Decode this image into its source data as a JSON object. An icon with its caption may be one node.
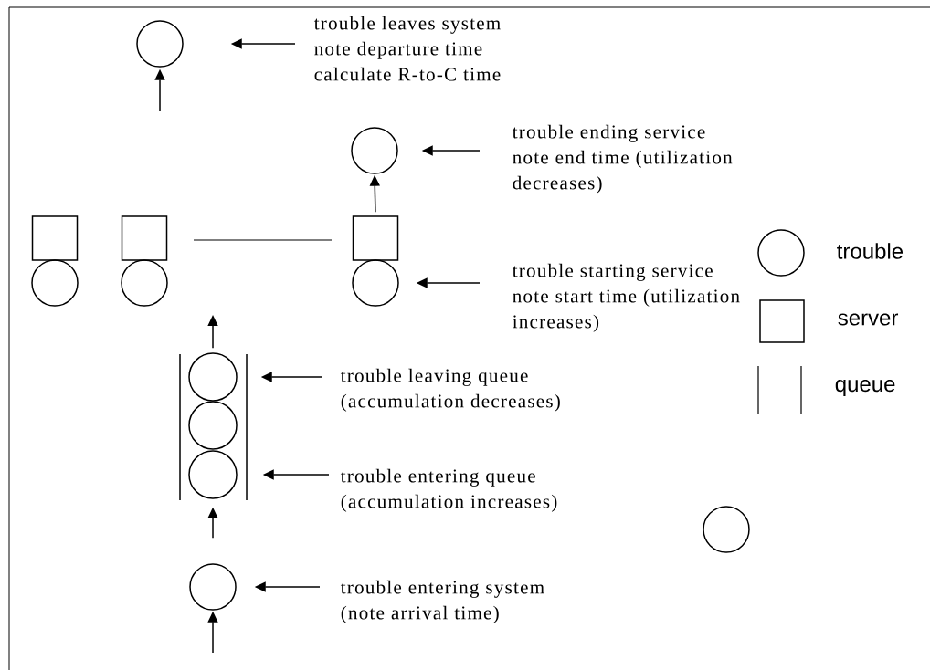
{
  "diagram": {
    "nodes": [
      {
        "text": [],
        "shape": "circle"
      },
      {
        "text": [
          "trouble leaves system note departure time calculate R-to-C time"
        ]
      },
      {
        "text": [],
        "shape": "circle"
      },
      {
        "text": [
          "trouble ending service note end time (utilization decreases)"
        ]
      },
      {
        "text": [],
        "shape": "box"
      },
      {
        "text": [],
        "shape": "box"
      },
      {
        "text": [],
        "shape": "box"
      },
      {
        "text": [],
        "shape": "circle"
      },
      {
        "text": [],
        "shape": "circle"
      },
      {
        "text": [],
        "shape": "circle"
      },
      {
        "text": [
          "trouble starting service note start time (utilization increases)"
        ]
      },
      {
        "text": [],
        "shape": "circle"
      },
      {
        "text": [
          "trouble leaving queue (accumulation decreases)"
        ]
      },
      {
        "text": [],
        "shape": "circle"
      },
      {
        "text": [],
        "shape": "circle"
      },
      {
        "text": [
          "trouble entering queue (accumulation increases)"
        ]
      },
      {
        "text": [],
        "shape": "circle"
      },
      {
        "text": [],
        "shape": "circle"
      },
      {
        "text": [
          "trouble entering system (note arrival time)"
        ]
      }
    ],
    "edges": [
      {
        "from": null,
        "to": 0,
        "arrow": "to"
      },
      {
        "from": 1,
        "to": 0,
        "arrow": "to"
      },
      {
        "from": 6,
        "to": 2,
        "arrow": "to"
      },
      {
        "from": 3,
        "to": 2,
        "arrow": "to"
      },
      {
        "from": 10,
        "to": 9,
        "arrow": "to"
      },
      {
        "from": 11,
        "to": null,
        "arrow": "to"
      },
      {
        "from": 12,
        "to": 11,
        "arrow": "to"
      },
      {
        "from": 15,
        "to": 14,
        "arrow": "to"
      },
      {
        "from": 17,
        "to": 14,
        "arrow": "to"
      },
      {
        "from": 18,
        "to": 17,
        "arrow": "to"
      },
      {
        "from": null,
        "to": 17,
        "arrow": "to"
      }
    ],
    "legend": [
      {
        "text": "trouble"
      },
      {
        "text": "server"
      },
      {
        "text": "queue"
      }
    ]
  }
}
